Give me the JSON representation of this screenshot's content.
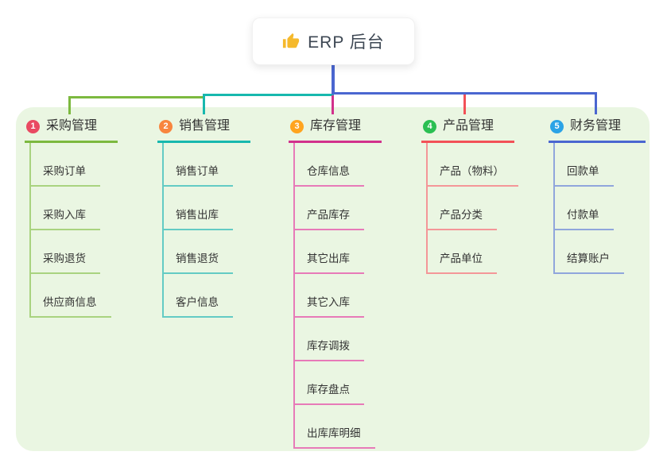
{
  "root": {
    "icon": "thumbs-up",
    "label": "ERP 后台"
  },
  "colors": {
    "canvas_bg": "#ffffff",
    "panel_bg": "#eaf6e2",
    "stem": "#4a66d0",
    "root_text": "#3d4753",
    "header_text": "#333333",
    "child_text": "#333333",
    "thumb_icon": "#f5b92c"
  },
  "branches": [
    {
      "number": "1",
      "label": "采购管理",
      "badge_color": "#e94a62",
      "line_color": "#7cb93f",
      "child_line_color": "#a9d37f",
      "children": [
        "采购订单",
        "采购入库",
        "采购退货",
        "供应商信息"
      ]
    },
    {
      "number": "2",
      "label": "销售管理",
      "badge_color": "#f8853e",
      "line_color": "#17b8ae",
      "child_line_color": "#63cbc4",
      "children": [
        "销售订单",
        "销售出库",
        "销售退货",
        "客户信息"
      ]
    },
    {
      "number": "3",
      "label": "库存管理",
      "badge_color": "#ffa41f",
      "line_color": "#d2318c",
      "child_line_color": "#e77ab8",
      "children": [
        "仓库信息",
        "产品库存",
        "其它出库",
        "其它入库",
        "库存调拨",
        "库存盘点",
        "出库库明细"
      ]
    },
    {
      "number": "4",
      "label": "产品管理",
      "badge_color": "#2bbf52",
      "line_color": "#f25157",
      "child_line_color": "#f49698",
      "children": [
        "产品（物料）",
        "产品分类",
        "产品单位"
      ]
    },
    {
      "number": "5",
      "label": "财务管理",
      "badge_color": "#2ba3e6",
      "line_color": "#4a66d0",
      "child_line_color": "#90a6dc",
      "children": [
        "回款单",
        "付款单",
        "结算账户"
      ]
    }
  ]
}
